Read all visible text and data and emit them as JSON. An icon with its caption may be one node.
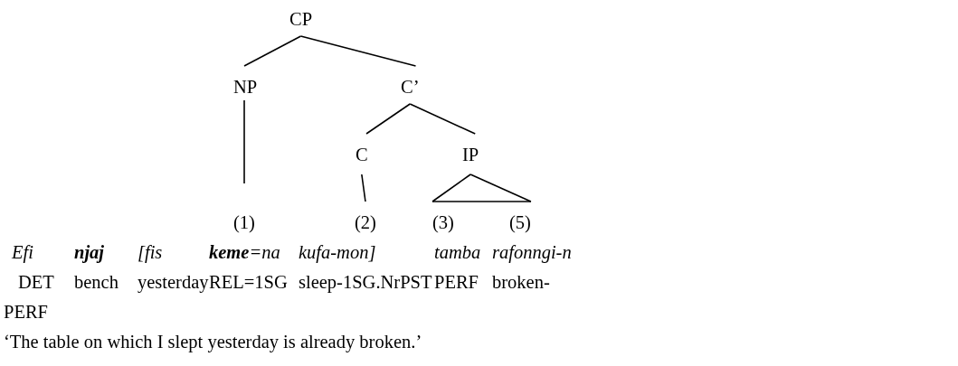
{
  "diagram": {
    "nodes": [
      {
        "text": [
          "CP"
        ]
      },
      {
        "text": [
          "NP"
        ]
      },
      {
        "text": [
          "C’"
        ]
      },
      {
        "text": [
          "C"
        ]
      },
      {
        "text": [
          "IP"
        ]
      },
      {
        "text": [
          "(1)"
        ]
      },
      {
        "text": [
          "(2)"
        ]
      },
      {
        "text": [
          "(3)"
        ]
      },
      {
        "text": [
          "(5)"
        ]
      }
    ],
    "edges": [
      {
        "from": 0,
        "to": 1,
        "arrow": "none"
      },
      {
        "from": 0,
        "to": 2,
        "arrow": "none"
      },
      {
        "from": 1,
        "to": 5,
        "arrow": "none"
      },
      {
        "from": 2,
        "to": 3,
        "arrow": "none"
      },
      {
        "from": 2,
        "to": 4,
        "arrow": "none"
      },
      {
        "from": 3,
        "to": 6,
        "arrow": "none"
      },
      {
        "from": 4,
        "to": 7,
        "arrow": "none"
      },
      {
        "from": 4,
        "to": 8,
        "arrow": "none"
      }
    ],
    "labels": [
      "Efi",
      "njaj",
      "[fis",
      "**keme**=na",
      "kufa-mon]",
      "tamba",
      "rafonngi-n",
      "DET",
      "bench",
      "yesterday",
      "REL=1SG",
      "sleep-1SG.NrPST",
      "PERF",
      "broken-",
      "PERF",
      "‘The table on which I slept yesterday is already broken.’"
    ]
  }
}
